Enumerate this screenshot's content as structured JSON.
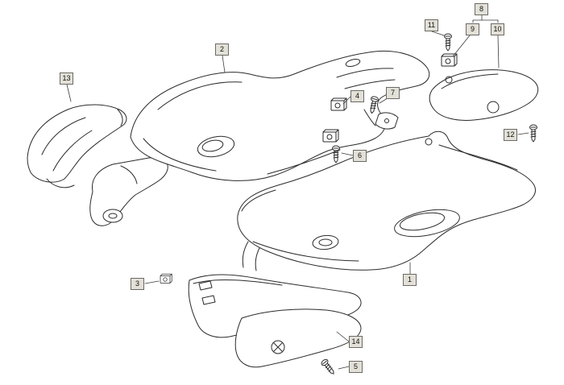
{
  "callouts": [
    "1",
    "2",
    "3",
    "4",
    "5",
    "6",
    "7",
    "8",
    "9",
    "10",
    "11",
    "12",
    "13",
    "14"
  ],
  "colors": {
    "background": "#ffffff",
    "line": "#2b2b2b",
    "leader_line": "#3a3a3a",
    "callout_bg": "#e3e0d7",
    "callout_border": "#6b6b66"
  }
}
